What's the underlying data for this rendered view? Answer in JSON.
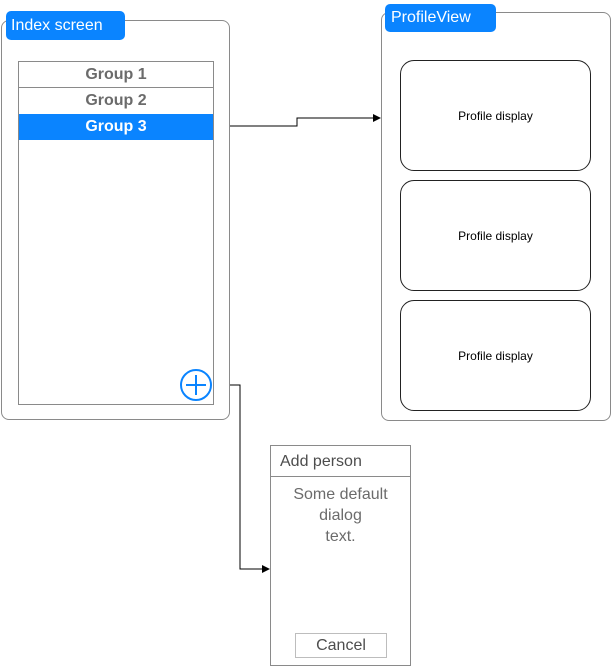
{
  "index_screen": {
    "title": "Index screen",
    "groups": [
      {
        "label": "Group 1",
        "selected": false
      },
      {
        "label": "Group 2",
        "selected": false
      },
      {
        "label": "Group 3",
        "selected": true
      }
    ],
    "add_icon": "plus-circle-icon"
  },
  "profile_view": {
    "title": "ProfileView",
    "cards": [
      {
        "label": "Profile display"
      },
      {
        "label": "Profile display"
      },
      {
        "label": "Profile display"
      }
    ]
  },
  "add_person_dialog": {
    "title": "Add person",
    "body_lines": [
      "Some default",
      "dialog",
      "text."
    ],
    "cancel_label": "Cancel"
  },
  "colors": {
    "accent": "#0a84ff",
    "border": "#8a8a8a",
    "muted_text": "#6b6b6b"
  }
}
